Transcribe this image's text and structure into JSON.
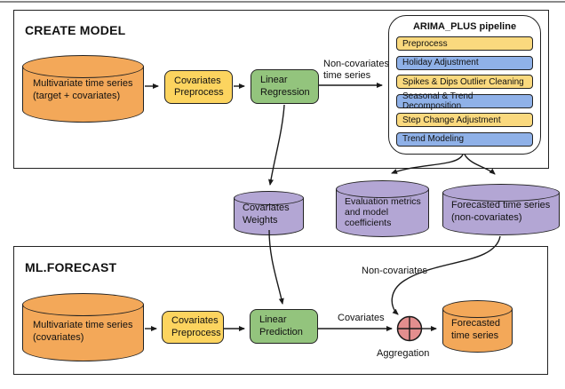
{
  "colors": {
    "orange": "#F3A859",
    "yellow": "#FCD45F",
    "green": "#93C47D",
    "purple": "#B3A6D4",
    "step_yellow": "#FAD97E",
    "step_blue": "#8FB1E8",
    "agg_red": "#E38E8E"
  },
  "create_model": {
    "title": "CREATE MODEL",
    "source_cylinder": {
      "line1": "Multivariate time series",
      "line2": "(target + covariates)"
    },
    "covariates_preprocess": {
      "line1": "Covariates",
      "line2": "Preprocess"
    },
    "linear_regression": {
      "line1": "Linear",
      "line2": "Regression"
    },
    "noncov_edge_label": {
      "line1": "Non-covariates",
      "line2": "time series"
    }
  },
  "pipeline": {
    "title": "ARIMA_PLUS pipeline",
    "steps": [
      {
        "label": "Preprocess"
      },
      {
        "label": "Holiday Adjustment"
      },
      {
        "label": "Spikes & Dips Outlier Cleaning"
      },
      {
        "label": "Seasonal & Trend Decomposition"
      },
      {
        "label": "Step Change Adjustment"
      },
      {
        "label": "Trend Modeling"
      }
    ]
  },
  "model_outputs": {
    "covariates_weights": {
      "line1": "Covariates",
      "line2": "Weights"
    },
    "evaluation_metrics": {
      "line1": "Evaluation metrics",
      "line2": "and model",
      "line3": "coefficients"
    },
    "forecasted_noncov": {
      "line1": "Forecasted time series",
      "line2": "(non-covariates)"
    }
  },
  "ml_forecast": {
    "title": "ML.FORECAST",
    "source_cylinder": {
      "line1": "Multivariate time series",
      "line2": "(covariates)"
    },
    "covariates_preprocess": {
      "line1": "Covariates",
      "line2": "Preprocess"
    },
    "linear_prediction": {
      "line1": "Linear",
      "line2": "Prediction"
    },
    "covariates_edge_label": "Covariates",
    "noncovariates_edge_label": "Non-covariates",
    "aggregation_label": "Aggregation",
    "output_cylinder": {
      "line1": "Forecasted",
      "line2": "time series"
    }
  }
}
